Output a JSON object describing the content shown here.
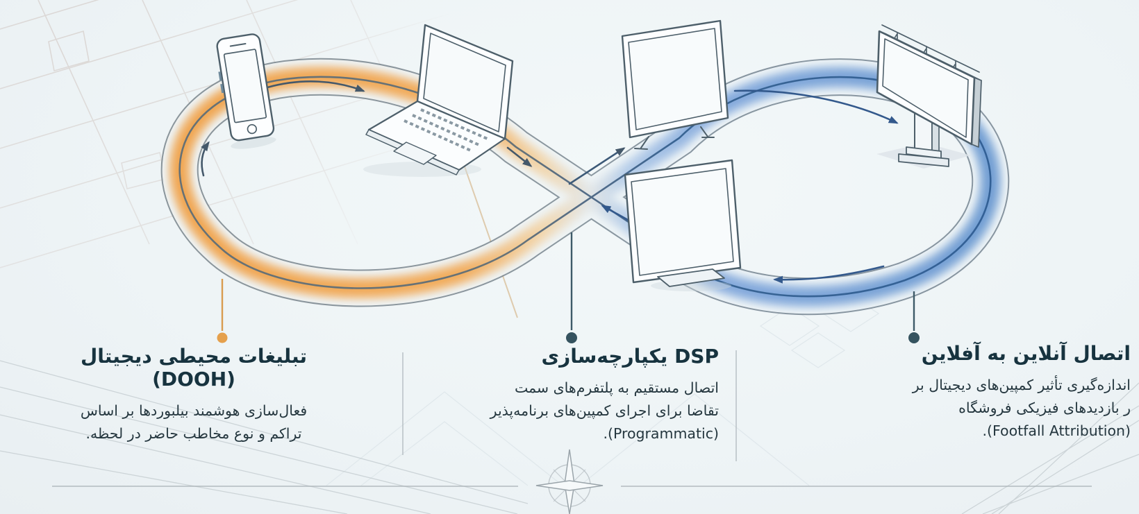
{
  "infographic": {
    "sections": [
      {
        "id": "dooh",
        "title": "تبلیغات محیطی دیجیتال (DOOH)",
        "desc_lines": [
          "فعال‌سازی هوشمند بیلبوردها بر اساس",
          "تراکم و نوع مخاطب حاضر در لحظه."
        ],
        "accent_color": "#E5A04C"
      },
      {
        "id": "dsp",
        "title": "DSP یکپارچه‌سازی",
        "desc_lines": [
          "اتصال مستقیم به پلتفرم‌های سمت",
          "تقاضا برای اجرای کمپین‌های برنامه‌پذیر",
          "(Programmatic)."
        ],
        "accent_color": "#35535F"
      },
      {
        "id": "o2o",
        "title": "اتصال آنلاین به آفلاین",
        "desc_lines": [
          "اندازه‌گیری تأثیر کمپین‌های دیجیتال بر",
          "ر بازدیدهای فیزیکی فروشگاه",
          "(Footfall Attribution)."
        ],
        "accent_color": "#35535F"
      }
    ],
    "diagram": {
      "devices": [
        "smartphone",
        "laptop",
        "tv-screen",
        "desktop-monitor",
        "billboard"
      ],
      "left_loop_color": "#F0A44E",
      "right_loop_color": "#6F9CD2",
      "arrow_color_left": "#44586A",
      "arrow_color_right": "#33598C"
    },
    "decor": {
      "compass_icon": "compass-rose",
      "divider_color": "#A9B1B6"
    }
  }
}
